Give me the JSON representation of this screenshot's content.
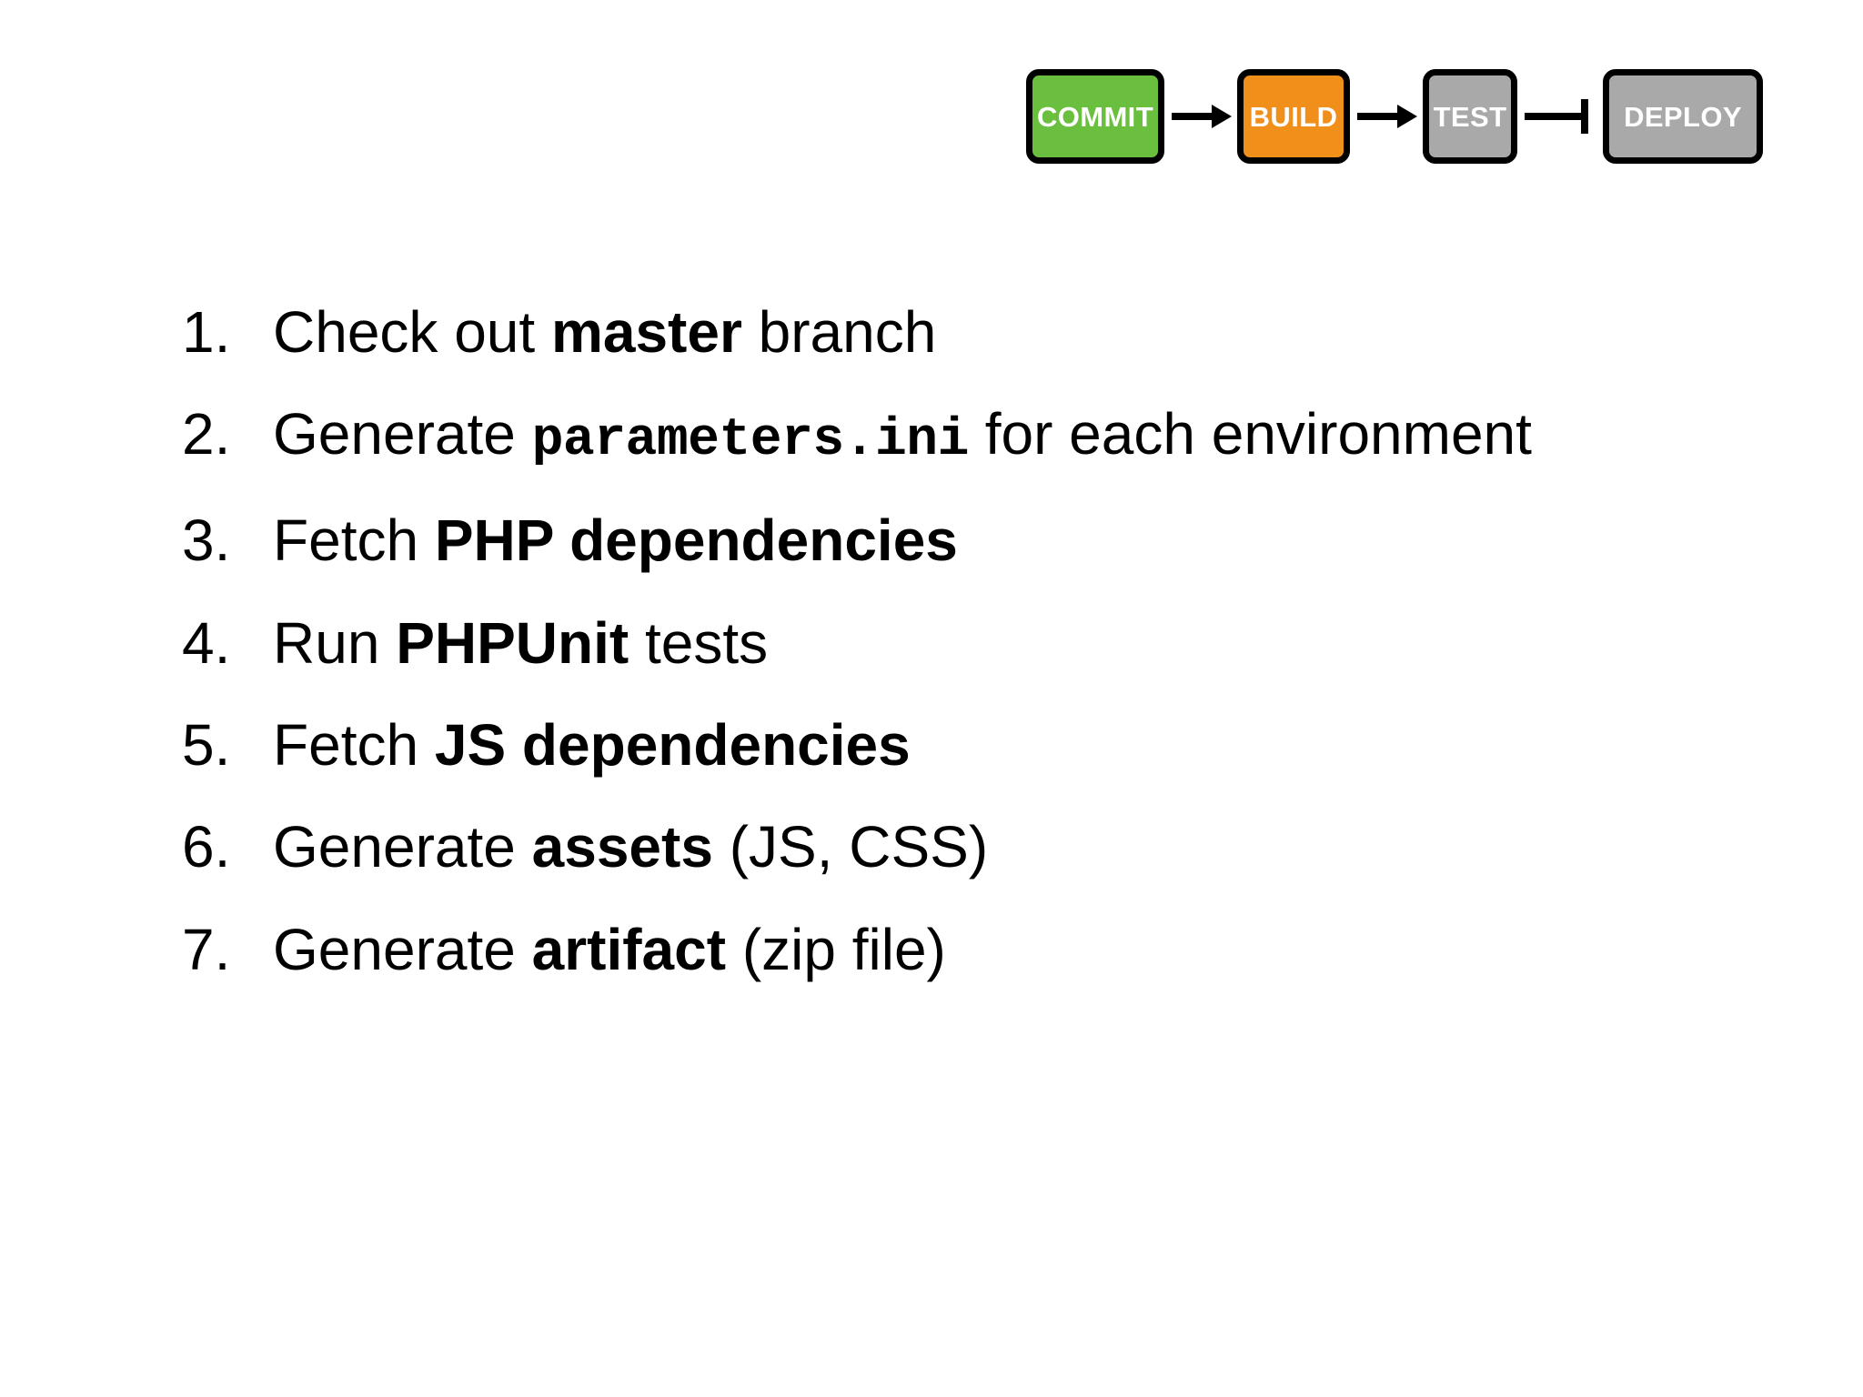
{
  "slide": {
    "background_color": "#ffffff",
    "text_color": "#000000"
  },
  "pipeline": {
    "name": "ci-cd-pipeline",
    "stages": [
      {
        "id": "commit",
        "label": "COMMIT",
        "fill": "#6ABF3F",
        "text_color": "#ffffff",
        "state": "done"
      },
      {
        "id": "build",
        "label": "BUILD",
        "fill": "#F18F1B",
        "text_color": "#ffffff",
        "state": "active"
      },
      {
        "id": "test",
        "label": "TEST",
        "fill": "#A9A9A9",
        "text_color": "#ffffff",
        "state": "pending"
      },
      {
        "id": "deploy",
        "label": "DEPLOY",
        "fill": "#A9A9A9",
        "text_color": "#ffffff",
        "state": "pending"
      }
    ],
    "connectors": [
      {
        "from": "commit",
        "to": "build",
        "type": "arrow"
      },
      {
        "from": "build",
        "to": "test",
        "type": "arrow"
      },
      {
        "from": "test",
        "to": "deploy",
        "type": "bar-stop"
      }
    ],
    "connector_color": "#000000",
    "border_color": "#000000"
  },
  "steps": [
    {
      "number": "1.",
      "parts": [
        {
          "text": "Check out ",
          "style": "normal"
        },
        {
          "text": "master",
          "style": "bold"
        },
        {
          "text": " branch",
          "style": "normal"
        }
      ]
    },
    {
      "number": "2.",
      "parts": [
        {
          "text": "Generate ",
          "style": "normal"
        },
        {
          "text": "parameters.ini",
          "style": "code"
        },
        {
          "text": " for each environment",
          "style": "normal"
        }
      ]
    },
    {
      "number": "3.",
      "parts": [
        {
          "text": "Fetch ",
          "style": "normal"
        },
        {
          "text": "PHP dependencies",
          "style": "bold"
        }
      ]
    },
    {
      "number": "4.",
      "parts": [
        {
          "text": "Run ",
          "style": "normal"
        },
        {
          "text": "PHPUnit",
          "style": "bold"
        },
        {
          "text": " tests",
          "style": "normal"
        }
      ]
    },
    {
      "number": "5.",
      "parts": [
        {
          "text": "Fetch ",
          "style": "normal"
        },
        {
          "text": "JS dependencies",
          "style": "bold"
        }
      ]
    },
    {
      "number": "6.",
      "parts": [
        {
          "text": "Generate ",
          "style": "normal"
        },
        {
          "text": "assets",
          "style": "bold"
        },
        {
          "text": " (JS, CSS)",
          "style": "normal"
        }
      ]
    },
    {
      "number": "7.",
      "parts": [
        {
          "text": "Generate ",
          "style": "normal"
        },
        {
          "text": "artifact",
          "style": "bold"
        },
        {
          "text": " (zip file)",
          "style": "normal"
        }
      ]
    }
  ]
}
